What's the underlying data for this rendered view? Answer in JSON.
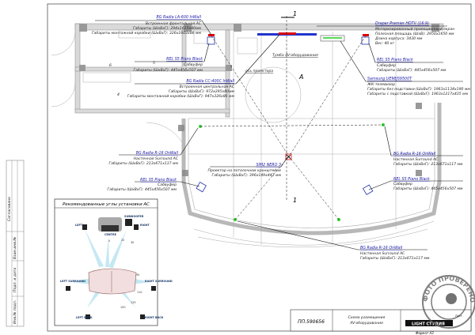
{
  "labels": {
    "front_speaker": {
      "model": "BG Radia LA-600 InWall",
      "type": "Встроенная фронтальная АС",
      "dims": "Габариты (ШxВxГ): 294x1615x80мм",
      "box": "Габариты монтажной коробки (ШxВxГ): 326x1603x86 мм"
    },
    "sub_top_left": {
      "model": "REL S5 Piano Black",
      "type": "Сабвуфер",
      "dims": "Габариты (ШxВxГ): 445x456x507 мм"
    },
    "center_speaker": {
      "model": "BG Radia CC-400C InWall",
      "type": "Встроенная центральная АС",
      "dims": "Габариты (ШxВxГ): 972x295x80мм",
      "box": "Габариты монтажной коробки (ШxВxГ): 947x326x86 мм"
    },
    "screen": {
      "model": "Draper Premier HDTV (16:9)",
      "type": "Моторизированный проекционный экран",
      "area": "Полезная площадь (ШxВ): 2950x1650 мм",
      "length": "Длина корпуса: 3430 мм",
      "weight": "Вес: 40 кг"
    },
    "sub_top_right": {
      "model": "REL S5 Piano Black",
      "type": "Сабвуфер",
      "dims": "Габариты (ШxВxГ): 445x456x507 мм"
    },
    "tv": {
      "model": "Samsung UE98JS9500T",
      "type": "ЖК-телевизор",
      "dims1": "Габариты без подставки (ШxВxГ): 1963x1134x190 мм",
      "dims2": "Габариты с подставкой (ШxВxГ): 1963x1217x435 мм"
    },
    "surround_left": {
      "model": "BG Radia R-16 OnWall",
      "type": "Настенная Surround АС",
      "dims": "Габариты (ШxВxГ): 213x671x117 мм"
    },
    "sub_left": {
      "model": "REL S5 Piano Black",
      "type": "Сабвуфер",
      "dims": "Габариты (ШxВxГ): 445x456x507 мм"
    },
    "projector": {
      "model": "SIM2 NERO 3",
      "type": "Проектор на потолочном кронштейне",
      "dims": "Габариты (ШxВxГ): 396x149x441 мм"
    },
    "surround_right": {
      "model": "BG Radia R-16 OnWall",
      "type": "Настенная Surround АС",
      "dims": "Габариты (ШxВxГ): 213x671x117 мм"
    },
    "sub_right": {
      "model": "REL S5 Piano Black",
      "type": "Сабвуфер",
      "dims": "Габариты (ШxВxГ): 445x456x507 мм"
    },
    "back_speaker": {
      "model": "BG Radia R-16 OnWall",
      "type": "Настенная Surround АС",
      "dims": "Габариты (ШxВxГ): 213x671x117 мм"
    },
    "av_stand": "Тумба AV-оборудования",
    "projector_axis": "ось проектора",
    "section_mark": "1",
    "view_mark": "A",
    "rooms": [
      "6",
      "5",
      "4"
    ]
  },
  "inset": {
    "title": "Рекомендованные углы установки АС",
    "speakers": [
      "LEFT",
      "CENTRE",
      "SUBWOOFER",
      "RIGHT",
      "LEFT SURROUND",
      "RIGHT SURROUND",
      "LEFT BACK",
      "RIGHT BACK"
    ],
    "angles": [
      "0",
      "22",
      "30",
      "90",
      "110",
      "135",
      "150"
    ]
  },
  "title_block": {
    "code": "ПП.590656",
    "title_line1": "Схема размещения",
    "title_line2": "AV-оборудования",
    "format": "Формат А3",
    "sheet": "Лист",
    "logo": "LIGHT СТУДИЯ"
  },
  "margin": {
    "agreed": "Согласовано",
    "replace": "Взам.инв.№",
    "signature": "Подп. и дата",
    "inv": "Инв.№ подл."
  },
  "stamp": "ФОТО ПРОВЕРЕНО"
}
